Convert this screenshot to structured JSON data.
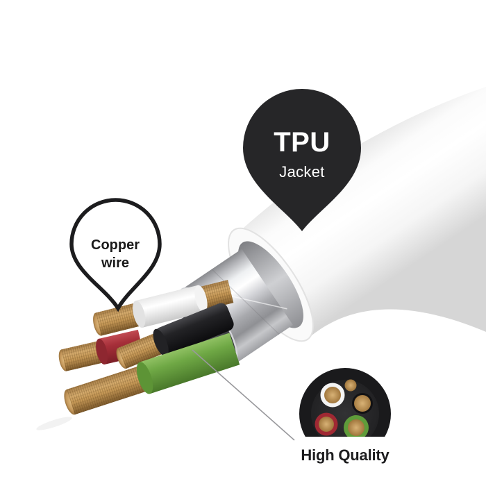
{
  "page": {
    "background": "#ffffff"
  },
  "callouts": {
    "tpu": {
      "title": "TPU",
      "subtitle": "Jacket",
      "fill": "#262628",
      "text_color": "#ffffff"
    },
    "copper_wire": {
      "line1": "Copper",
      "line2": "wire",
      "fill": "#ffffff",
      "border_color": "#1c1c1e",
      "text_color": "#1a1a1a"
    }
  },
  "caption": {
    "text": "High Quality",
    "color": "#1c1c1e"
  },
  "cable": {
    "jacket_color": "#ffffff",
    "shield_color": "#c6c7ca",
    "copper_color": "#c89a58",
    "drain_wire_color": "#98989c",
    "wires": [
      {
        "name": "white-wire",
        "insulation": "#f2f2f2"
      },
      {
        "name": "red-wire",
        "insulation": "#a62f39"
      },
      {
        "name": "black-wire",
        "insulation": "#1b1b1d"
      },
      {
        "name": "green-wire",
        "insulation": "#6fa845"
      }
    ],
    "cross_section": {
      "jacket": "#1a1a1c",
      "inner": "#29292b",
      "conductors": [
        {
          "name": "white-insulated",
          "ring": "#f4f4f4"
        },
        {
          "name": "bare-drain",
          "ring": "none"
        },
        {
          "name": "black-insulated",
          "ring": "#121214"
        },
        {
          "name": "red-insulated",
          "ring": "#a02833"
        },
        {
          "name": "green-insulated",
          "ring": "#5f9c3a"
        }
      ]
    }
  }
}
